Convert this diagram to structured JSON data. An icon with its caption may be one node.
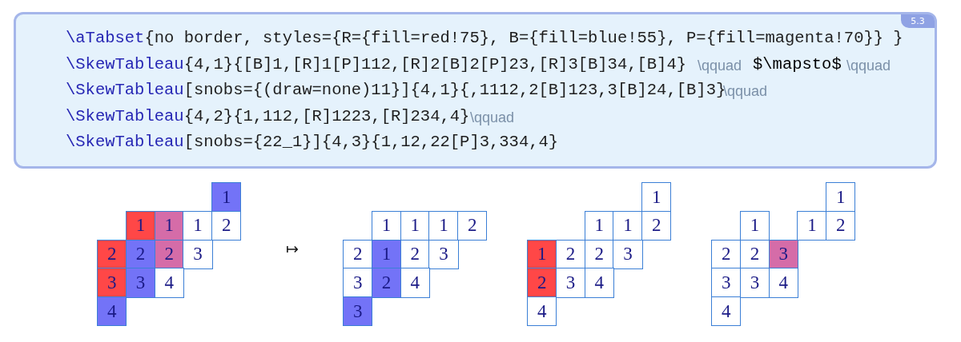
{
  "diagram": {
    "nodes": [
      {
        "text": [
          "\\aTabset{no border, styles={R={fill=red!75}, B={fill=blue!55}, P={fill=magenta!70}} }",
          "\\SkewTableau{4,1}{[B]1,[R]1[P]112,[R]2[B]2[P]23,[R]3[B]34,[B]4}",
          "\\qquad",
          "$\\mapsto$",
          "\\qquad",
          "\\SkewTableau[snobs={(draw=none)11}]{4,1}{,1112,2[B]123,3[B]24,[B]3}",
          "\\qquad",
          "\\SkewTableau{4,2}{1,112,[R]1223,[R]234,4}",
          "\\qquad",
          "\\SkewTableau[snobs={22_1}]{4,3}{1,12,22[P]3,334,4}"
        ]
      },
      {
        "text": [
          "5.3"
        ],
        "in": 0
      },
      {
        "text": [
          "1"
        ]
      },
      {
        "text": [
          "1"
        ]
      },
      {
        "text": [
          "1"
        ]
      },
      {
        "text": [
          "1"
        ]
      },
      {
        "text": [
          "2"
        ]
      },
      {
        "text": [
          "2"
        ]
      },
      {
        "text": [
          "2"
        ]
      },
      {
        "text": [
          "2"
        ]
      },
      {
        "text": [
          "3"
        ]
      },
      {
        "text": [
          "3"
        ]
      },
      {
        "text": [
          "3"
        ]
      },
      {
        "text": [
          "4"
        ]
      },
      {
        "text": [
          "4"
        ]
      },
      {
        "text": [
          "1"
        ]
      },
      {
        "text": [
          "1"
        ]
      },
      {
        "text": [
          "1"
        ]
      },
      {
        "text": [
          "2"
        ]
      },
      {
        "text": [
          "2"
        ]
      },
      {
        "text": [
          "1"
        ]
      },
      {
        "text": [
          "2"
        ]
      },
      {
        "text": [
          "3"
        ]
      },
      {
        "text": [
          "3"
        ]
      },
      {
        "text": [
          "2"
        ]
      },
      {
        "text": [
          "4"
        ]
      },
      {
        "text": [
          "3"
        ]
      },
      {
        "text": [
          "1"
        ]
      },
      {
        "text": [
          "1"
        ]
      },
      {
        "text": [
          "1"
        ]
      },
      {
        "text": [
          "2"
        ]
      },
      {
        "text": [
          "1"
        ]
      },
      {
        "text": [
          "2"
        ]
      },
      {
        "text": [
          "2"
        ]
      },
      {
        "text": [
          "3"
        ]
      },
      {
        "text": [
          "2"
        ]
      },
      {
        "text": [
          "3"
        ]
      },
      {
        "text": [
          "4"
        ]
      },
      {
        "text": [
          "4"
        ]
      },
      {
        "text": [
          "1"
        ]
      },
      {
        "text": [
          "1"
        ]
      },
      {
        "text": [
          "1"
        ]
      },
      {
        "text": [
          "2"
        ]
      },
      {
        "text": [
          "2"
        ]
      },
      {
        "text": [
          "2"
        ]
      },
      {
        "text": [
          "3"
        ]
      },
      {
        "text": [
          "3"
        ]
      },
      {
        "text": [
          "3"
        ]
      },
      {
        "text": [
          "4"
        ]
      },
      {
        "text": [
          "4"
        ]
      }
    ],
    "labels": [
      "↦"
    ]
  }
}
